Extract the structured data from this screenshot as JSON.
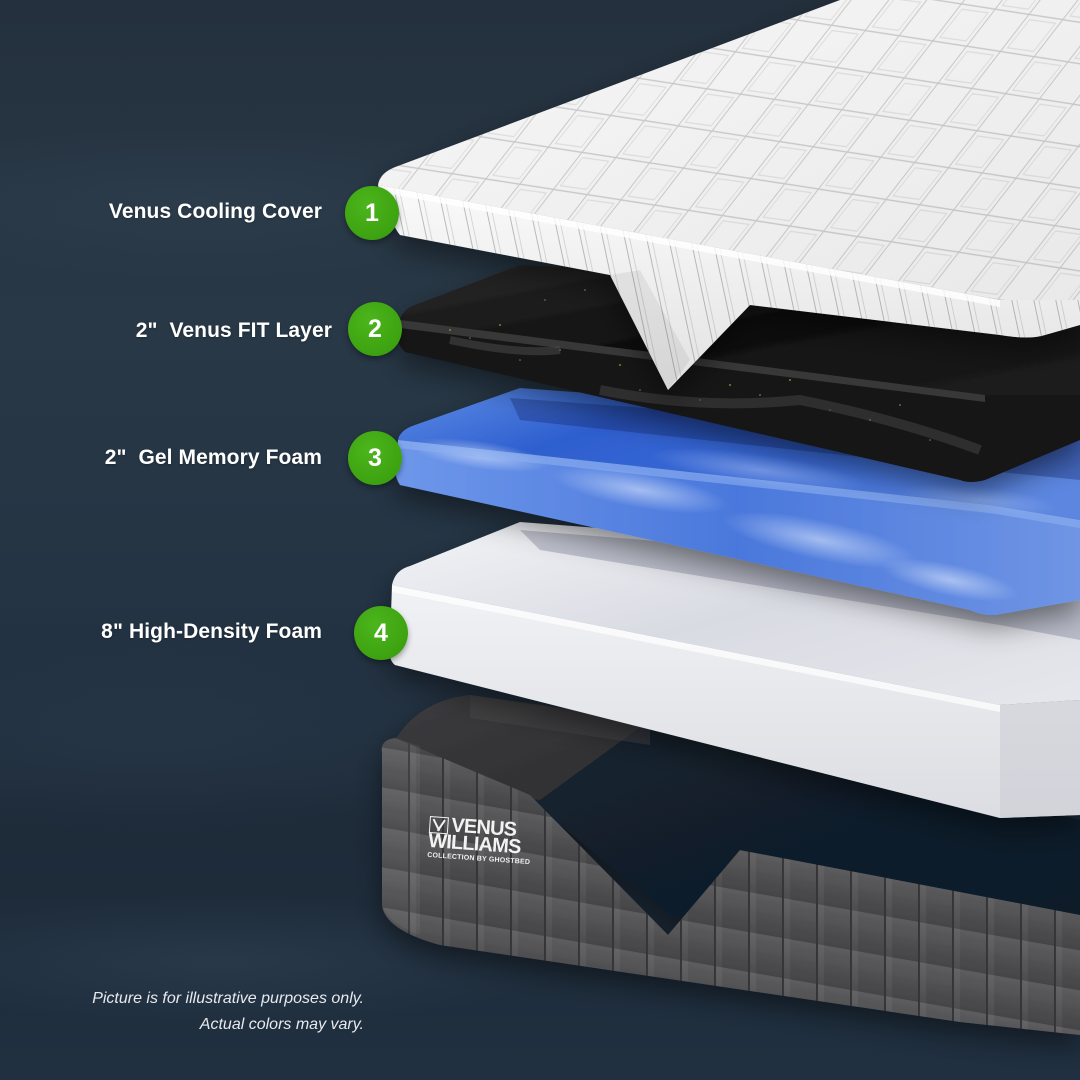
{
  "layers": [
    {
      "number": "1",
      "label": "Venus Cooling Cover",
      "color": "#f4f4f4"
    },
    {
      "number": "2",
      "label": "2\"  Venus FIT Layer",
      "color": "#151515"
    },
    {
      "number": "3",
      "label": "2\"  Gel Memory Foam",
      "color": "#3f74d8"
    },
    {
      "number": "4",
      "label": "8\" High-Density Foam",
      "color": "#eceef3"
    }
  ],
  "base": {
    "brand_name_line1": "VENUS",
    "brand_name_line2": "WILLIAMS",
    "brand_sub": "COLLECTION BY GHOSTBED",
    "color": "#5b5b5d"
  },
  "disclaimer": {
    "line1": "Picture is for illustrative purposes only.",
    "line2": "Actual colors may vary."
  },
  "colors": {
    "badge_green": "#3fa512",
    "background": "#263544",
    "label_text": "#ffffff"
  }
}
